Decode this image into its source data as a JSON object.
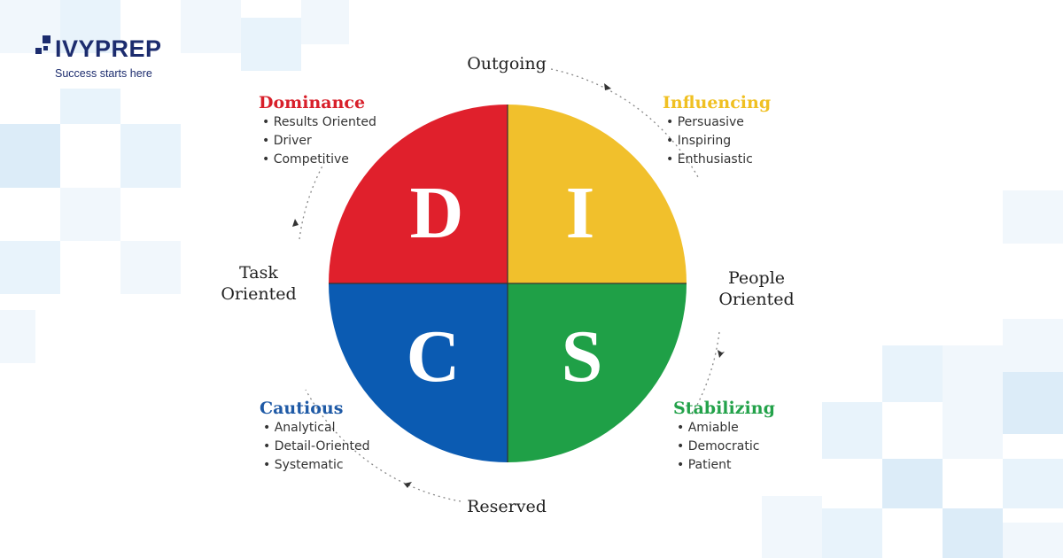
{
  "brand": {
    "name": "IVYPREP",
    "tagline": "Success starts here",
    "color": "#1c2c6e"
  },
  "axes": {
    "top": "Outgoing",
    "bottom": "Reserved",
    "left": [
      "Task",
      "Oriented"
    ],
    "right": [
      "People",
      "Oriented"
    ]
  },
  "quadrants": [
    {
      "letter": "D",
      "title": "Dominance",
      "color": "#e0202c",
      "traits": [
        "Results Oriented",
        "Driver",
        "Competitive"
      ]
    },
    {
      "letter": "I",
      "title": "Influencing",
      "color": "#f1c02c",
      "traits": [
        "Persuasive",
        "Inspiring",
        "Enthusiastic"
      ]
    },
    {
      "letter": "C",
      "title": "Cautious",
      "color": "#0b5bb2",
      "traits": [
        "Analytical",
        "Detail-Oriented",
        "Systematic"
      ]
    },
    {
      "letter": "S",
      "title": "Stabilizing",
      "color": "#1fa047",
      "traits": [
        "Amiable",
        "Democratic",
        "Patient"
      ]
    }
  ],
  "title_colors": {
    "Dominance": "#d81f2a",
    "Influencing": "#f0c022",
    "Cautious": "#1f5aa6",
    "Stabilizing": "#23a24a"
  }
}
